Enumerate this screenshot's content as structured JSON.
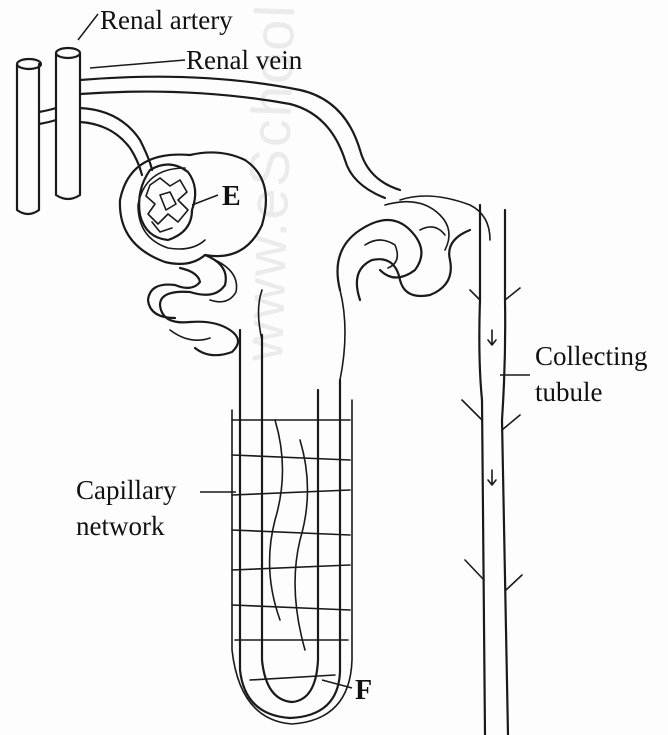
{
  "labels": {
    "renal_artery": "Renal artery",
    "renal_vein": "Renal vein",
    "e": "E",
    "collecting_line1": "Collecting",
    "collecting_line2": "tubule",
    "capillary_line1": "Capillary",
    "capillary_line2": "network",
    "f": "F"
  },
  "watermark": "www.eSchool.O.com",
  "colors": {
    "ink": "#1a1a1a",
    "paper": "#fdfdfd"
  }
}
